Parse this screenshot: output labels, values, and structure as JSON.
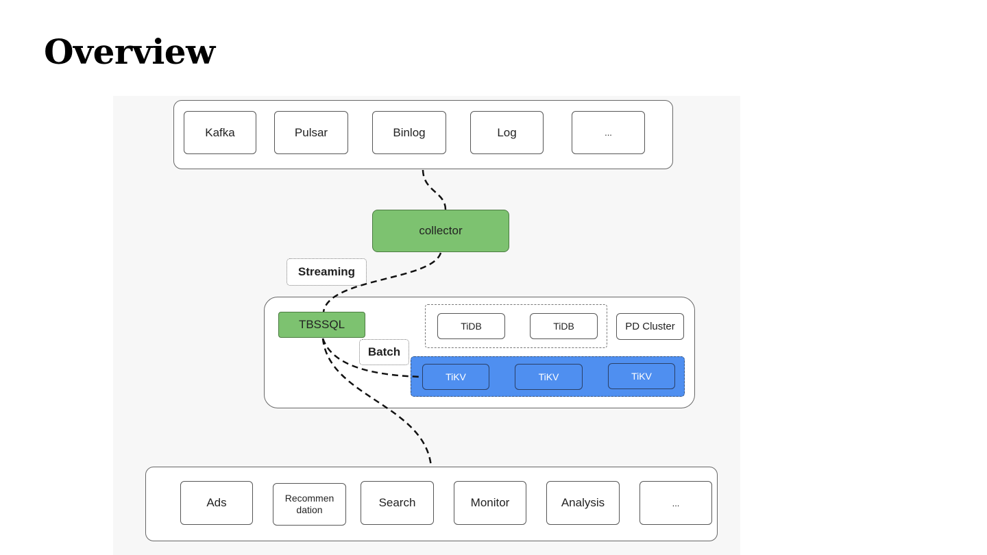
{
  "slide": {
    "title": "Overview"
  },
  "diagram": {
    "sources": [
      "Kafka",
      "Pulsar",
      "Binlog",
      "Log",
      "..."
    ],
    "collector": "collector",
    "streaming_label": "Streaming",
    "tbssql": "TBSSQL",
    "batch_label": "Batch",
    "tidb": [
      "TiDB",
      "TiDB"
    ],
    "pd_cluster": "PD Cluster",
    "tikv": [
      "TiKV",
      "TiKV",
      "TiKV"
    ],
    "apps": [
      "Ads",
      "Recommen\ndation",
      "Search",
      "Monitor",
      "Analysis",
      "..."
    ],
    "colors": {
      "green": "#7dc270",
      "blue": "#4f8ff0"
    }
  }
}
